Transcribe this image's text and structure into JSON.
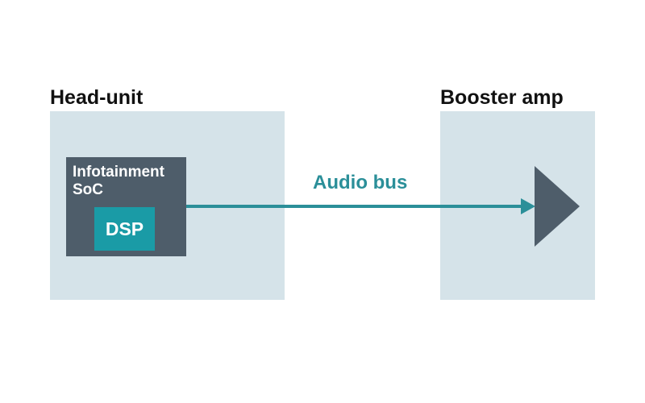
{
  "head_unit": {
    "title": "Head-unit",
    "soc_label": "Infotainment SoC",
    "dsp_label": "DSP"
  },
  "booster": {
    "title": "Booster amp",
    "icon": "amplifier-triangle-icon"
  },
  "link": {
    "label": "Audio bus"
  },
  "colors": {
    "panel": "#d5e3e9",
    "soc": "#4e5d6a",
    "dsp": "#1a9ba6",
    "bus": "#2b8f99",
    "amp": "#4e5d6a"
  }
}
